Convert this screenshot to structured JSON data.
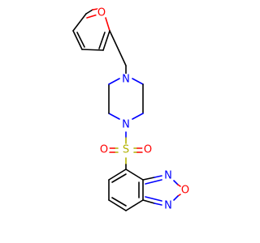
{
  "atoms": {
    "furan_o": {
      "symbol": "O",
      "color": "#ff0000"
    },
    "piperazine_n_top": {
      "symbol": "N",
      "color": "#0000ff"
    },
    "piperazine_n_bottom": {
      "symbol": "N",
      "color": "#0000ff"
    },
    "sulfur": {
      "symbol": "S",
      "color": "#b2b200"
    },
    "sulfonyl_o_left": {
      "symbol": "O",
      "color": "#ff0000"
    },
    "sulfonyl_o_right": {
      "symbol": "O",
      "color": "#ff0000"
    },
    "oxadiazole_n_top": {
      "symbol": "N",
      "color": "#0000ff"
    },
    "oxadiazole_o": {
      "symbol": "O",
      "color": "#ff0000"
    },
    "oxadiazole_n_bottom": {
      "symbol": "N",
      "color": "#0000ff"
    }
  },
  "colors": {
    "bond": "#000000",
    "background": "#ffffff"
  }
}
